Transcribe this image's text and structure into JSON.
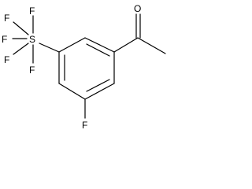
{
  "molecule": {
    "atoms": {
      "oxygen": "O",
      "sulfur": "S",
      "fluorine_ring": "F",
      "sf5_fluorines": [
        "F",
        "F",
        "F",
        "F",
        "F"
      ]
    },
    "colors": {
      "bond": "#000000",
      "text": "#000000",
      "background": "#ffffff"
    }
  }
}
